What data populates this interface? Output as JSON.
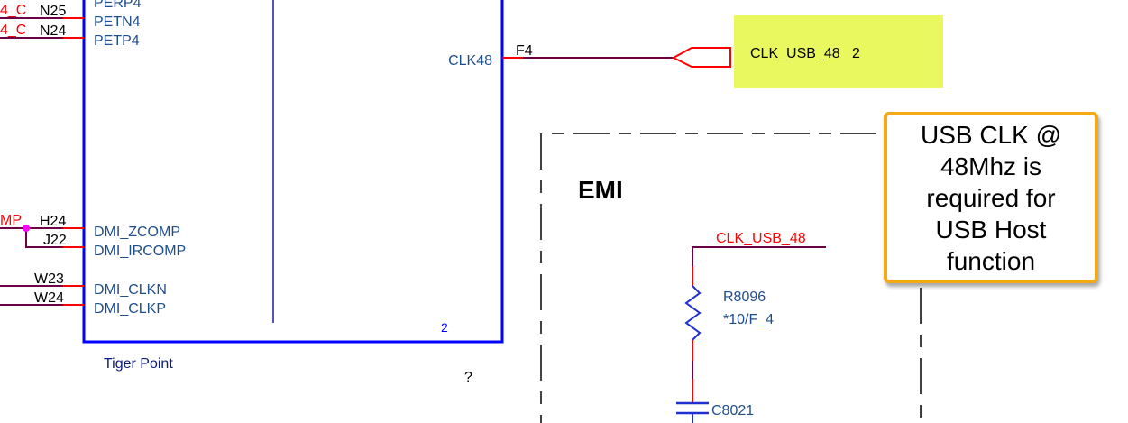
{
  "colors": {
    "body_outline": "#0000ff",
    "pin_stub": "#ff0000",
    "wire": "#6e0045",
    "pin_name_text": "#1f4e8c",
    "net_label_text": "#ff0000",
    "junction": "#ff00ff",
    "offpage_fill": "#e9f85f",
    "note_border": "#f4aa14"
  },
  "chip": {
    "part_name": "Tiger Point",
    "sheet_number": "2",
    "left_pins": [
      {
        "name": "PERP4",
        "number": "",
        "net_suffix": ""
      },
      {
        "name": "PETN4",
        "number": "N25",
        "net_suffix": "4_C"
      },
      {
        "name": "PETP4",
        "number": "N24",
        "net_suffix": "4_C"
      },
      {
        "name": "DMI_ZCOMP",
        "number": "H24",
        "net_suffix": "MP"
      },
      {
        "name": "DMI_IRCOMP",
        "number": "J22",
        "net_suffix": ""
      },
      {
        "name": "DMI_CLKN",
        "number": "W23",
        "net_suffix": ""
      },
      {
        "name": "DMI_CLKP",
        "number": "W24",
        "net_suffix": ""
      }
    ],
    "right_pins": [
      {
        "name": "CLK48",
        "number": "F4"
      }
    ]
  },
  "offpage_connector": {
    "net": "CLK_USB_48",
    "page": "2",
    "text": "CLK_USB_48   2"
  },
  "emi_section": {
    "title": "EMI",
    "net_label": "CLK_USB_48",
    "resistor": {
      "ref": "R8096",
      "value": "*10/F_4"
    },
    "capacitor": {
      "ref": "C8021"
    }
  },
  "unknown_marker": "?",
  "note": {
    "text": "USB CLK @\n48Mhz is\nrequired for\nUSB Host\nfunction"
  }
}
